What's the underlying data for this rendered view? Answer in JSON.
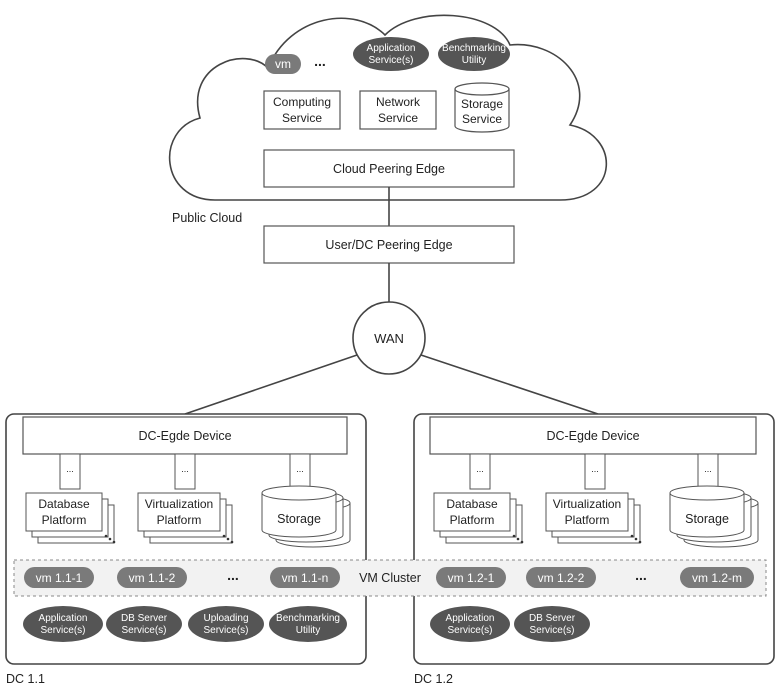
{
  "cloud": {
    "vm_label": "vm",
    "app_services": [
      "Application",
      "Service(s)"
    ],
    "benchmarking": [
      "Benchmarking",
      "Utility"
    ],
    "computing": [
      "Computing",
      "Service"
    ],
    "network": [
      "Network",
      "Service"
    ],
    "storage": [
      "Storage",
      "Service"
    ],
    "peering_edge": "Cloud Peering Edge",
    "label": "Public Cloud"
  },
  "user_edge": "User/DC Peering Edge",
  "wan": "WAN",
  "vm_cluster_label": "VM Cluster",
  "ellipsis": "...",
  "dc1": {
    "label": "DC 1.1",
    "edge": "DC-Egde Device",
    "database": [
      "Database",
      "Platform"
    ],
    "virtualization": [
      "Virtualization",
      "Platform"
    ],
    "storage": "Storage",
    "vms": [
      "vm 1.1-1",
      "vm 1.1-2",
      "vm 1.1-n"
    ],
    "services": [
      [
        "Application",
        "Service(s)"
      ],
      [
        "DB Server",
        "Service(s)"
      ],
      [
        "Uploading",
        "Service(s)"
      ],
      [
        "Benchmarking",
        "Utility"
      ]
    ]
  },
  "dc2": {
    "label": "DC 1.2",
    "edge": "DC-Egde Device",
    "database": [
      "Database",
      "Platform"
    ],
    "virtualization": [
      "Virtualization",
      "Platform"
    ],
    "storage": "Storage",
    "vms": [
      "vm 1.2-1",
      "vm 1.2-2",
      "vm 1.2-m"
    ],
    "services": [
      [
        "Application",
        "Service(s)"
      ],
      [
        "DB Server",
        "Service(s)"
      ]
    ]
  }
}
